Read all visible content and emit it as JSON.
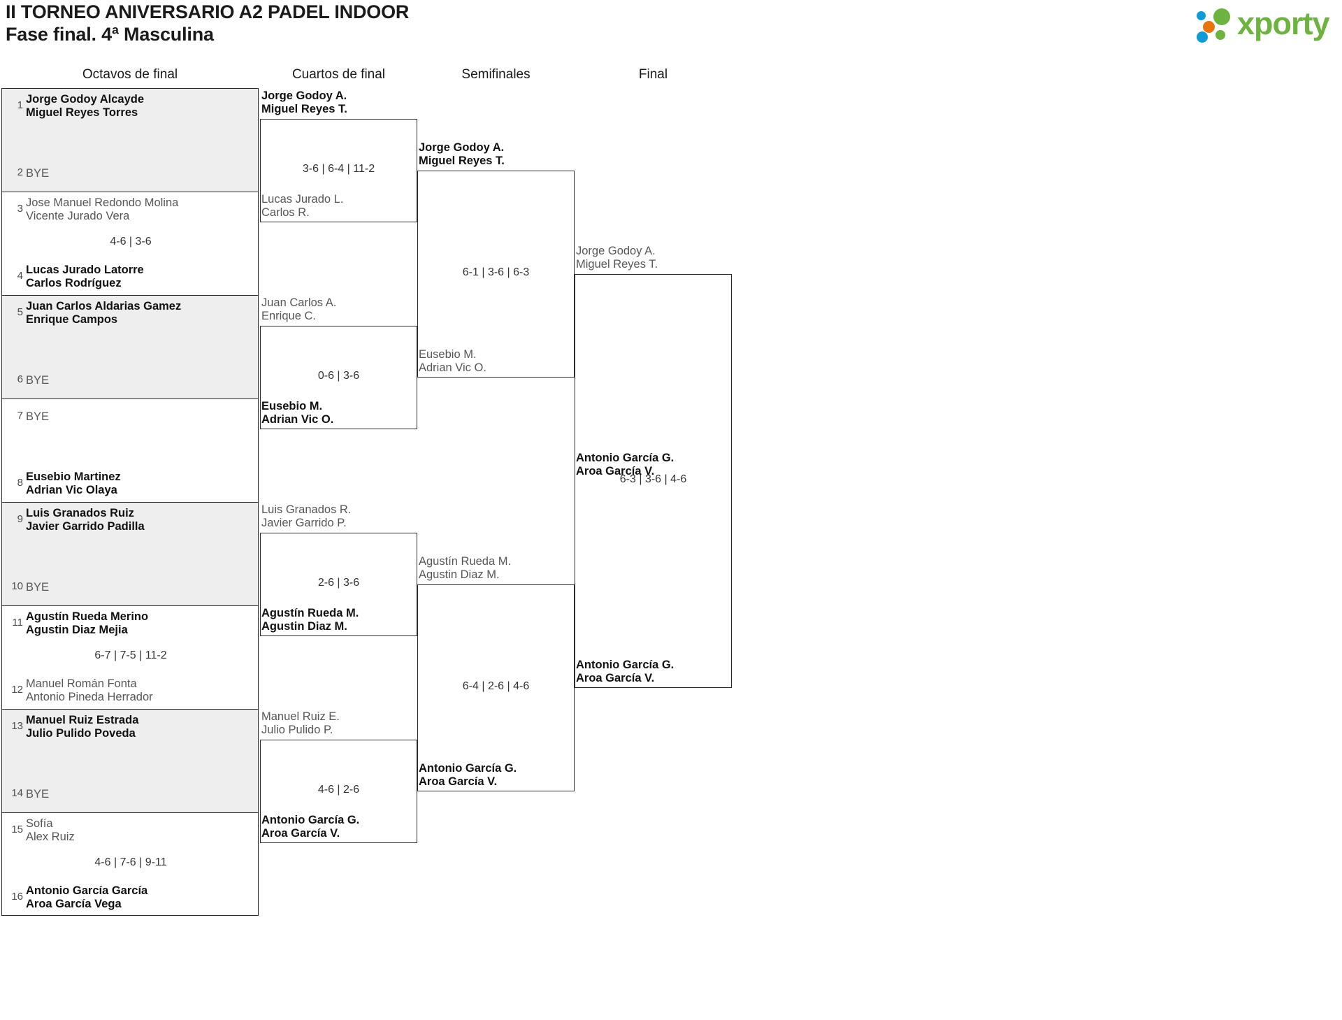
{
  "header": {
    "title_line1": "II TORNEO ANIVERSARIO A2 PADEL INDOOR",
    "title_line2": "Fase final. 4ª Masculina",
    "logo_text": "xporty",
    "logo_colors": {
      "green": "#6cb33f",
      "orange": "#e8740c",
      "blue": "#0f9bd7"
    }
  },
  "rounds": [
    {
      "label": "Octavos de final"
    },
    {
      "label": "Cuartos de final"
    },
    {
      "label": "Semifinales"
    },
    {
      "label": "Final"
    }
  ],
  "labels": {
    "bye": "BYE"
  },
  "round1": {
    "pairs": [
      {
        "shade": true,
        "top": {
          "seed": "1",
          "line1": "Jorge Godoy Alcayde",
          "line2": "Miguel Reyes Torres",
          "winner": true,
          "bye": false
        },
        "bottom": {
          "seed": "2",
          "line1": "BYE",
          "line2": "",
          "winner": false,
          "bye": true
        },
        "score": ""
      },
      {
        "shade": false,
        "top": {
          "seed": "3",
          "line1": "Jose Manuel Redondo Molina",
          "line2": "Vicente Jurado Vera",
          "winner": false,
          "bye": false
        },
        "bottom": {
          "seed": "4",
          "line1": "Lucas Jurado Latorre",
          "line2": "Carlos Rodríguez",
          "winner": true,
          "bye": false
        },
        "score": "4-6 | 3-6"
      },
      {
        "shade": true,
        "top": {
          "seed": "5",
          "line1": "Juan Carlos Aldarias Gamez",
          "line2": "Enrique Campos",
          "winner": true,
          "bye": false
        },
        "bottom": {
          "seed": "6",
          "line1": "BYE",
          "line2": "",
          "winner": false,
          "bye": true
        },
        "score": ""
      },
      {
        "shade": false,
        "top": {
          "seed": "7",
          "line1": "BYE",
          "line2": "",
          "winner": false,
          "bye": true
        },
        "bottom": {
          "seed": "8",
          "line1": "Eusebio Martinez",
          "line2": "Adrian Vic Olaya",
          "winner": true,
          "bye": false
        },
        "score": ""
      },
      {
        "shade": true,
        "top": {
          "seed": "9",
          "line1": "Luis Granados Ruiz",
          "line2": "Javier Garrido Padilla",
          "winner": true,
          "bye": false
        },
        "bottom": {
          "seed": "10",
          "line1": "BYE",
          "line2": "",
          "winner": false,
          "bye": true
        },
        "score": ""
      },
      {
        "shade": false,
        "top": {
          "seed": "11",
          "line1": "Agustín Rueda Merino",
          "line2": "Agustin Diaz Mejia",
          "winner": true,
          "bye": false
        },
        "bottom": {
          "seed": "12",
          "line1": "Manuel Román Fonta",
          "line2": "Antonio Pineda Herrador",
          "winner": false,
          "bye": false
        },
        "score": "6-7 | 7-5 | 11-2"
      },
      {
        "shade": true,
        "top": {
          "seed": "13",
          "line1": "Manuel Ruiz Estrada",
          "line2": "Julio Pulido Poveda",
          "winner": true,
          "bye": false
        },
        "bottom": {
          "seed": "14",
          "line1": "BYE",
          "line2": "",
          "winner": false,
          "bye": true
        },
        "score": ""
      },
      {
        "shade": false,
        "top": {
          "seed": "15",
          "line1": "Sofía",
          "line2": "Alex Ruiz",
          "winner": false,
          "bye": false
        },
        "bottom": {
          "seed": "16",
          "line1": "Antonio García García",
          "line2": "Aroa García Vega",
          "winner": true,
          "bye": false
        },
        "score": "4-6 | 7-6 | 9-11"
      }
    ]
  },
  "round2": {
    "matches": [
      {
        "top": {
          "line1": "Jorge Godoy A.",
          "line2": "Miguel Reyes T.",
          "winner": true
        },
        "bottom": {
          "line1": "Lucas Jurado L.",
          "line2": "Carlos R.",
          "winner": false
        },
        "score": "3-6 | 6-4 | 11-2"
      },
      {
        "top": {
          "line1": "Juan Carlos A.",
          "line2": "Enrique C.",
          "winner": false
        },
        "bottom": {
          "line1": "Eusebio M.",
          "line2": "Adrian Vic O.",
          "winner": true
        },
        "score": "0-6 | 3-6"
      },
      {
        "top": {
          "line1": "Luis Granados R.",
          "line2": "Javier Garrido P.",
          "winner": false
        },
        "bottom": {
          "line1": "Agustín Rueda M.",
          "line2": "Agustin Diaz M.",
          "winner": true
        },
        "score": "2-6 | 3-6"
      },
      {
        "top": {
          "line1": "Manuel Ruiz E.",
          "line2": "Julio Pulido P.",
          "winner": false
        },
        "bottom": {
          "line1": "Antonio García G.",
          "line2": "Aroa García V.",
          "winner": true
        },
        "score": "4-6 | 2-6"
      }
    ]
  },
  "round3": {
    "matches": [
      {
        "top": {
          "line1": "Jorge Godoy A.",
          "line2": "Miguel Reyes T.",
          "winner": true
        },
        "bottom": {
          "line1": "Eusebio M.",
          "line2": "Adrian Vic O.",
          "winner": false
        },
        "score": "6-1 | 3-6 | 6-3"
      },
      {
        "top": {
          "line1": "Agustín Rueda M.",
          "line2": "Agustin Diaz M.",
          "winner": false
        },
        "bottom": {
          "line1": "Antonio García G.",
          "line2": "Aroa García V.",
          "winner": true
        },
        "score": "6-4 | 2-6 | 4-6"
      }
    ]
  },
  "round4": {
    "matches": [
      {
        "top": {
          "line1": "Jorge Godoy A.",
          "line2": "Miguel Reyes T.",
          "winner": false
        },
        "bottom": {
          "line1": "Antonio García G.",
          "line2": "Aroa García V.",
          "winner": true
        },
        "score": "6-3 | 3-6 | 4-6"
      }
    ]
  }
}
